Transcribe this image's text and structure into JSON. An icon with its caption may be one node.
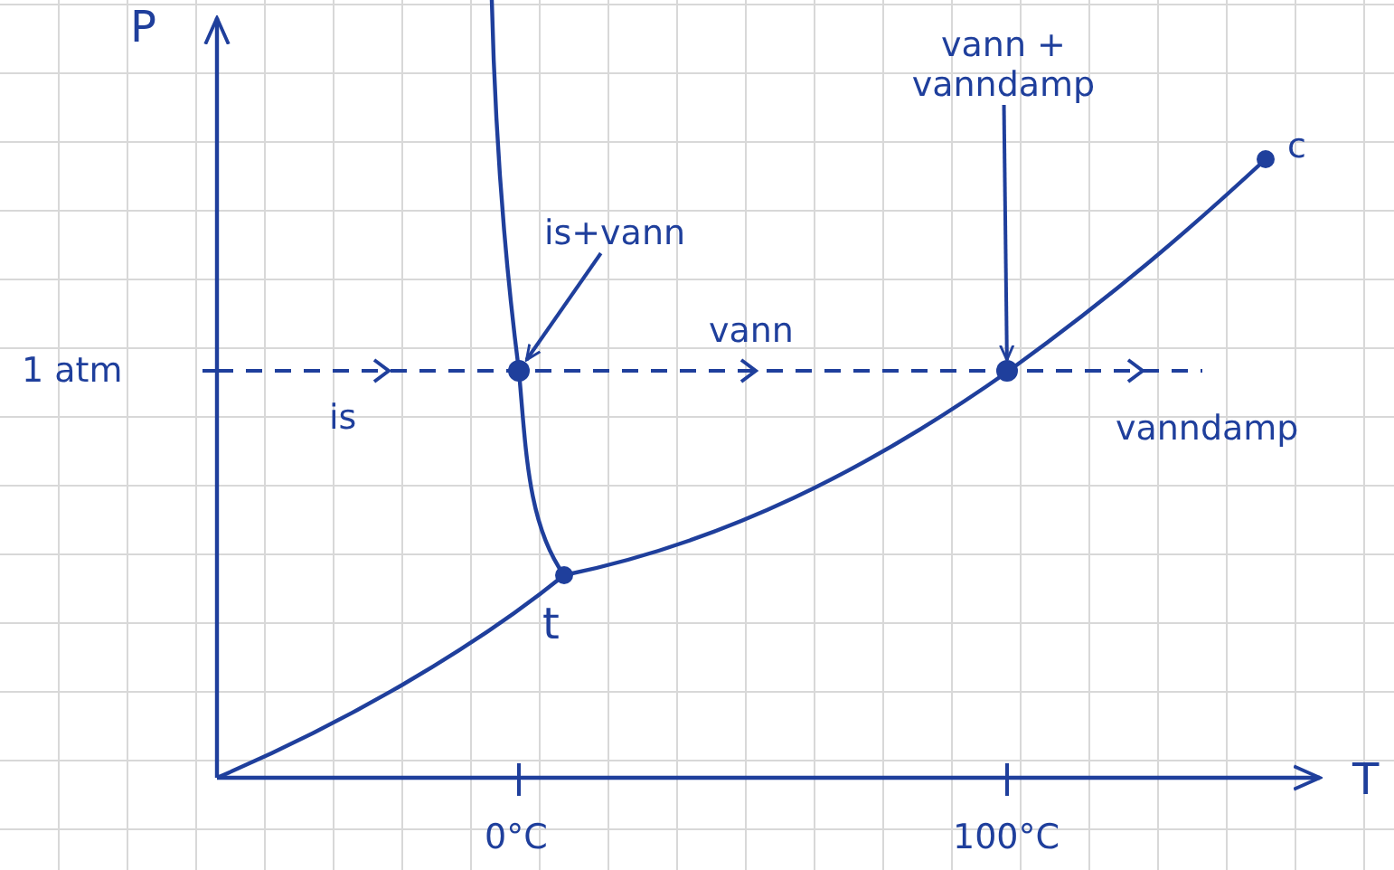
{
  "diagram": {
    "nodes": [
      {
        "text": [
          "is+vann"
        ]
      },
      {
        "text": [],
        "shape": "circle"
      },
      {
        "text": [
          "vann + vanndamp"
        ]
      },
      {
        "text": [],
        "shape": "circle"
      }
    ],
    "edges": [
      {
        "from": 0,
        "to": 1,
        "arrow": "to"
      },
      {
        "from": 2,
        "to": 3,
        "arrow": "to"
      }
    ],
    "labels": [
      "P",
      "c",
      "1 atm",
      "vann",
      "is",
      "vanndamp",
      "t",
      "T",
      "0°C",
      "100°C"
    ]
  }
}
